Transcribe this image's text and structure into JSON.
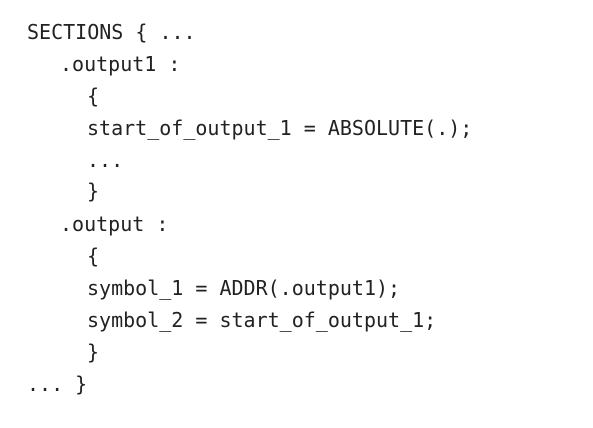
{
  "code": {
    "lines": [
      "SECTIONS { ...",
      ".output1 :",
      "{",
      "start_of_output_1 = ABSOLUTE(.);",
      "...",
      "}",
      ".output :",
      "{",
      "symbol_1 = ADDR(.output1);",
      "symbol_2 = start_of_output_1;",
      "}",
      "... }"
    ]
  }
}
